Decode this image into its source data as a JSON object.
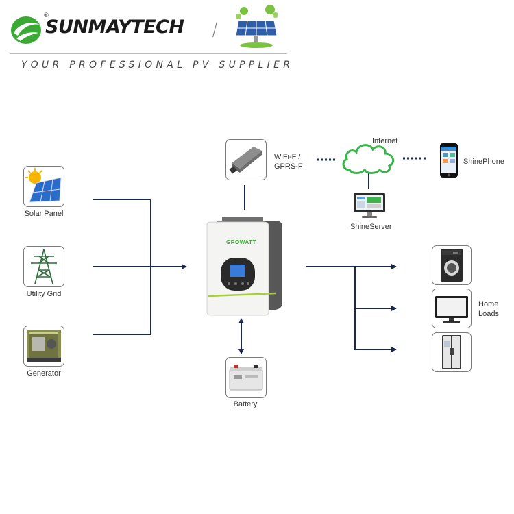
{
  "brand": {
    "name": "SUNMAYTECH",
    "registered_mark": "®",
    "slogan": "YOUR PROFESSIONAL PV SUPPLIER"
  },
  "inputs": [
    {
      "label": "Solar Panel",
      "icon": "solar-panel-icon"
    },
    {
      "label": "Utility Grid",
      "icon": "power-tower-icon"
    },
    {
      "label": "Generator",
      "icon": "generator-icon"
    }
  ],
  "inverter": {
    "brand_label": "GROWATT",
    "icon": "inverter-icon",
    "accent_color": "#a6cf3a"
  },
  "monitoring": {
    "module_label_line1": "WiFi-F /",
    "module_label_line2": "GPRS-F",
    "internet_label": "Internet",
    "phone_label": "ShinePhone",
    "server_label": "ShineServer"
  },
  "battery": {
    "label": "Battery"
  },
  "outputs": {
    "label_line1": "Home",
    "label_line2": "Loads",
    "items": [
      "washing-machine-icon",
      "television-icon",
      "refrigerator-icon"
    ]
  },
  "colors": {
    "line": "#1a2a4f",
    "brand_green": "#3aa935",
    "cloud_green": "#3ab54a"
  }
}
